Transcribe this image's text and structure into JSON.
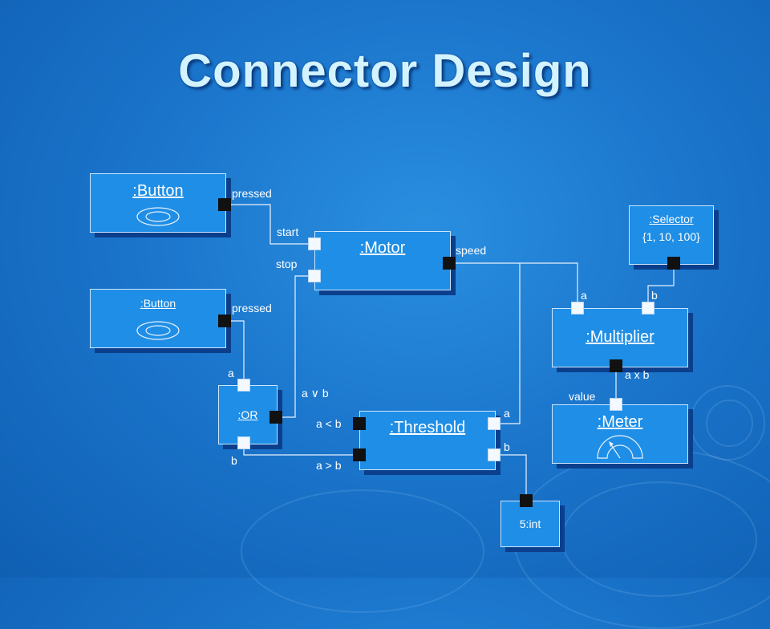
{
  "slide": {
    "title": "Connector Design"
  },
  "components": {
    "button1": {
      "name": ":Button"
    },
    "button2": {
      "name": ":Button"
    },
    "motor": {
      "name": ":Motor"
    },
    "selector": {
      "name": ":Selector",
      "values": "{1, 10, 100}"
    },
    "multiplier": {
      "name": ":Multiplier"
    },
    "or_gate": {
      "name": ":OR"
    },
    "threshold": {
      "name": ":Threshold"
    },
    "meter": {
      "name": ":Meter"
    },
    "constant": {
      "name": "5:int"
    }
  },
  "ports": {
    "button1_pressed": "pressed",
    "button2_pressed": "pressed",
    "motor_start": "start",
    "motor_stop": "stop",
    "motor_speed": "speed",
    "multiplier_a": "a",
    "multiplier_b": "b",
    "multiplier_out": "a x b",
    "meter_value": "value",
    "or_a": "a",
    "or_b": "b",
    "or_out": "a ∨ b",
    "threshold_lt": "a < b",
    "threshold_gt": "a > b",
    "threshold_a": "a",
    "threshold_b": "b"
  },
  "colors": {
    "component_fill": "#1f8ee6",
    "component_shadow": "#0b3f8c",
    "title_color": "#d2f3ff",
    "wire": "#e8f1ff"
  }
}
